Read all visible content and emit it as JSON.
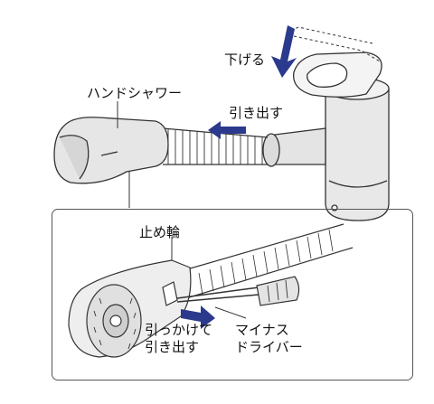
{
  "labels": {
    "lower": "下げる",
    "hand_shower": "ハンドシャワー",
    "pull_out": "引き出す",
    "stop_ring": "止め輪",
    "hook_pull_line1": "引っかけて",
    "hook_pull_line2": "引き出す",
    "screwdriver_line1": "マイナス",
    "screwdriver_line2": "ドライバー"
  },
  "colors": {
    "arrow": "#2b3a8c",
    "line": "#333333",
    "gray_fill": "#e6e6e6",
    "light_fill": "#f3f3f3"
  }
}
